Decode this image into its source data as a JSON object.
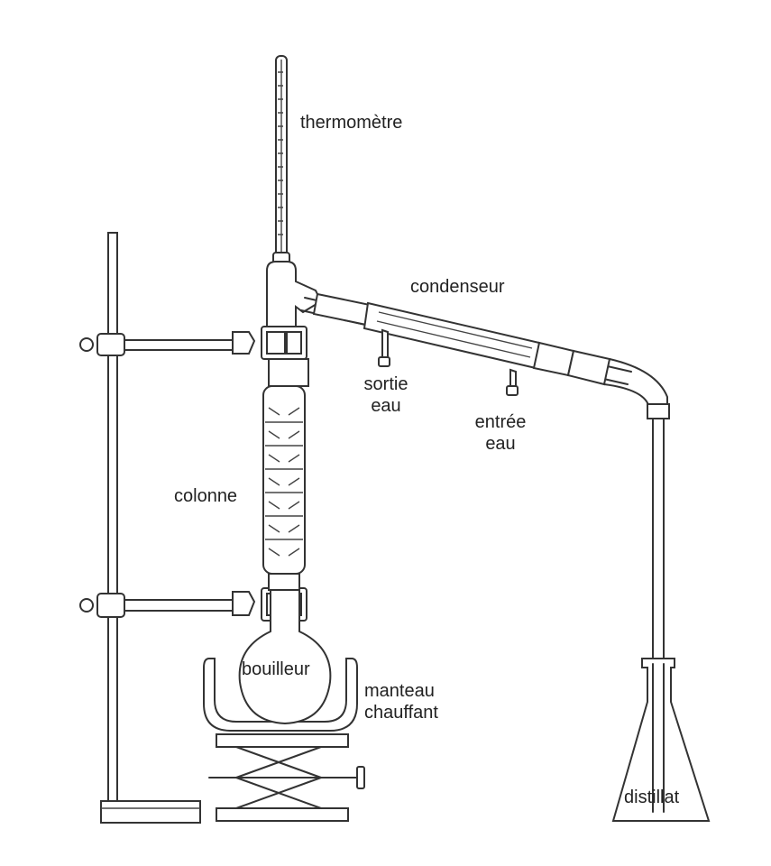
{
  "labels": {
    "thermometre": "thermomètre",
    "condenseur": "condenseur",
    "sortie_eau": [
      "sortie",
      "eau"
    ],
    "entree_eau": [
      "entrée",
      "eau"
    ],
    "colonne": "colonne",
    "bouilleur": "bouilleur",
    "manteau_chauffant": [
      "manteau",
      "chauffant"
    ],
    "distillat": "distillat"
  },
  "colors": {
    "line": "#333333",
    "text": "#222222",
    "background": "#ffffff"
  }
}
